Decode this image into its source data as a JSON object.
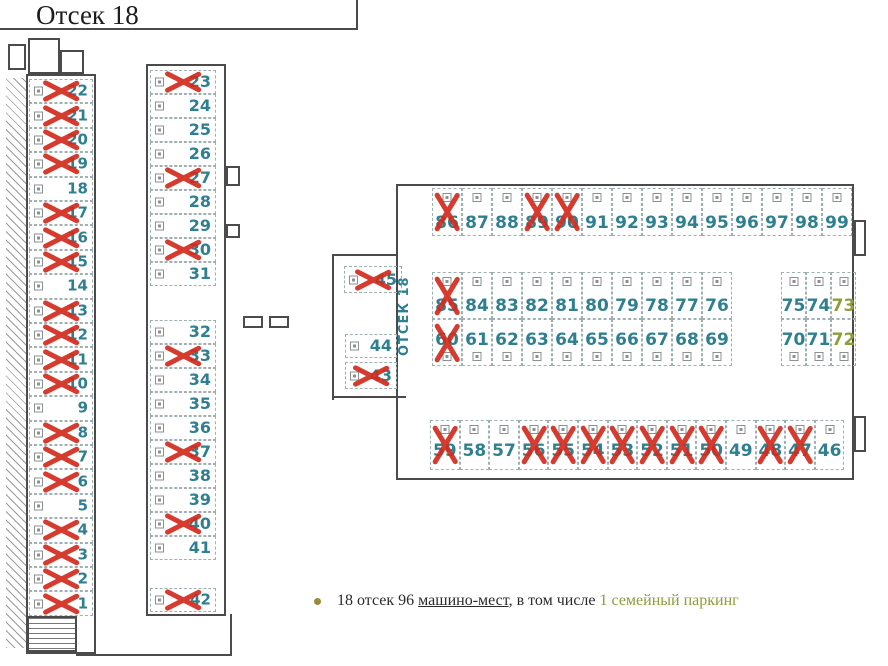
{
  "title": "Отсек 18",
  "section_vertical_label": "ОТСЕК 18",
  "legend": {
    "text_before": "18 отсек 96 ",
    "text_underlined": "машино-мест",
    "text_after": ", в том числе ",
    "text_family": "1 семейный паркинг"
  },
  "colors": {
    "number_teal": "#2e7f90",
    "sold_red": "#d32b1e",
    "family_olive": "#8f9c38",
    "wall": "#4b4b4b",
    "dash": "#9fb0b2"
  },
  "groups": {
    "left_column": [
      {
        "n": "22",
        "sold": true
      },
      {
        "n": "21",
        "sold": true
      },
      {
        "n": "20",
        "sold": true
      },
      {
        "n": "19",
        "sold": true
      },
      {
        "n": "18",
        "sold": false
      },
      {
        "n": "17",
        "sold": true
      },
      {
        "n": "16",
        "sold": true
      },
      {
        "n": "15",
        "sold": true
      },
      {
        "n": "14",
        "sold": false
      },
      {
        "n": "13",
        "sold": true
      },
      {
        "n": "12",
        "sold": true
      },
      {
        "n": "11",
        "sold": true
      },
      {
        "n": "10",
        "sold": true
      },
      {
        "n": "9",
        "sold": false
      },
      {
        "n": "8",
        "sold": true
      },
      {
        "n": "7",
        "sold": true
      },
      {
        "n": "6",
        "sold": true
      },
      {
        "n": "5",
        "sold": false
      },
      {
        "n": "4",
        "sold": true
      },
      {
        "n": "3",
        "sold": true
      },
      {
        "n": "2",
        "sold": true
      },
      {
        "n": "1",
        "sold": true
      }
    ],
    "mid_top": [
      {
        "n": "23",
        "sold": true
      },
      {
        "n": "24",
        "sold": false
      },
      {
        "n": "25",
        "sold": false
      },
      {
        "n": "26",
        "sold": false
      },
      {
        "n": "27",
        "sold": true
      },
      {
        "n": "28",
        "sold": false
      },
      {
        "n": "29",
        "sold": false
      },
      {
        "n": "30",
        "sold": true
      },
      {
        "n": "31",
        "sold": false
      }
    ],
    "mid_bottom": [
      {
        "n": "32",
        "sold": false
      },
      {
        "n": "33",
        "sold": true
      },
      {
        "n": "34",
        "sold": false
      },
      {
        "n": "35",
        "sold": false
      },
      {
        "n": "36",
        "sold": false
      },
      {
        "n": "37",
        "sold": true
      },
      {
        "n": "38",
        "sold": false
      },
      {
        "n": "39",
        "sold": false
      },
      {
        "n": "40",
        "sold": true
      },
      {
        "n": "41",
        "sold": false
      }
    ],
    "mid_42": [
      {
        "n": "42",
        "sold": true
      }
    ],
    "alcove": [
      {
        "n": "45",
        "sold": true
      },
      {
        "n": "44",
        "sold": false
      },
      {
        "n": "43",
        "sold": true
      }
    ],
    "row_top": [
      {
        "n": "86",
        "sold": true
      },
      {
        "n": "87",
        "sold": false
      },
      {
        "n": "88",
        "sold": false
      },
      {
        "n": "89",
        "sold": true
      },
      {
        "n": "90",
        "sold": true
      },
      {
        "n": "91",
        "sold": false
      },
      {
        "n": "92",
        "sold": false
      },
      {
        "n": "93",
        "sold": false
      },
      {
        "n": "94",
        "sold": false
      },
      {
        "n": "95",
        "sold": false
      },
      {
        "n": "96",
        "sold": false
      },
      {
        "n": "97",
        "sold": false
      },
      {
        "n": "98",
        "sold": false
      },
      {
        "n": "99",
        "sold": false
      }
    ],
    "row_a_main": [
      {
        "n": "85",
        "sold": true
      },
      {
        "n": "84",
        "sold": false
      },
      {
        "n": "83",
        "sold": false
      },
      {
        "n": "82",
        "sold": false
      },
      {
        "n": "81",
        "sold": false
      },
      {
        "n": "80",
        "sold": false
      },
      {
        "n": "79",
        "sold": false
      },
      {
        "n": "78",
        "sold": false
      },
      {
        "n": "77",
        "sold": false
      },
      {
        "n": "76",
        "sold": false
      }
    ],
    "row_a_right": [
      {
        "n": "75",
        "sold": false
      },
      {
        "n": "74",
        "sold": false
      },
      {
        "n": "73",
        "sold": false,
        "family": true
      }
    ],
    "row_b_main": [
      {
        "n": "60",
        "sold": true
      },
      {
        "n": "61",
        "sold": false
      },
      {
        "n": "62",
        "sold": false
      },
      {
        "n": "63",
        "sold": false
      },
      {
        "n": "64",
        "sold": false
      },
      {
        "n": "65",
        "sold": false
      },
      {
        "n": "66",
        "sold": false
      },
      {
        "n": "67",
        "sold": false
      },
      {
        "n": "68",
        "sold": false
      },
      {
        "n": "69",
        "sold": false
      }
    ],
    "row_b_right": [
      {
        "n": "70",
        "sold": false
      },
      {
        "n": "71",
        "sold": false
      },
      {
        "n": "72",
        "sold": false,
        "family": true
      }
    ],
    "row_bottom": [
      {
        "n": "59",
        "sold": true
      },
      {
        "n": "58",
        "sold": false
      },
      {
        "n": "57",
        "sold": false
      },
      {
        "n": "56",
        "sold": true
      },
      {
        "n": "55",
        "sold": true
      },
      {
        "n": "54",
        "sold": true
      },
      {
        "n": "53",
        "sold": true
      },
      {
        "n": "52",
        "sold": true
      },
      {
        "n": "51",
        "sold": true
      },
      {
        "n": "50",
        "sold": true
      },
      {
        "n": "49",
        "sold": false
      },
      {
        "n": "48",
        "sold": true
      },
      {
        "n": "47",
        "sold": true
      },
      {
        "n": "46",
        "sold": false
      }
    ]
  }
}
